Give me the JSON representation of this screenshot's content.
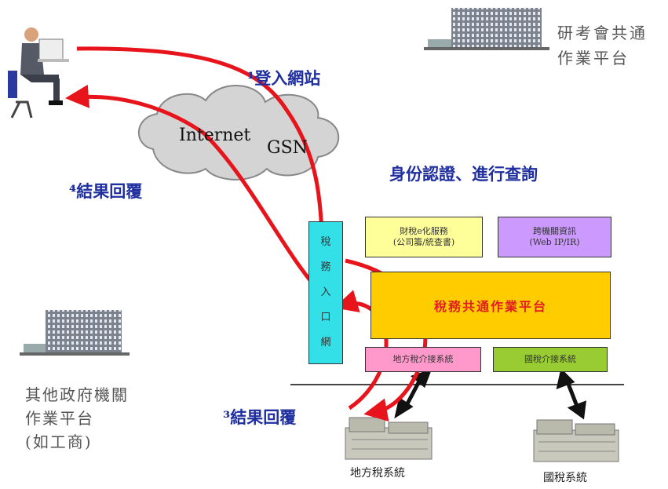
{
  "labels": {
    "login": "¹登入網站",
    "result_top": "⁴結果回覆",
    "auth": "身份認證、進行查詢",
    "result_bottom": "³結果回覆",
    "internet": "Internet",
    "gsn": "GSN"
  },
  "platforms": {
    "rdec_line1": "研考會共通",
    "rdec_line2": "作業平台",
    "other_line1": "其他政府機關",
    "other_line2": "作業平台",
    "other_line3": "(如工商)"
  },
  "boxes": {
    "portal_chars": [
      "稅",
      "務",
      "入",
      "口",
      "網"
    ],
    "egov_line1": "財稅e化服務",
    "egov_line2": "(公司籌/統查書)",
    "hall_line1": "跨機關資訊",
    "hall_line2": "(Web IP/IR)",
    "tax_platform": "稅務共通作業平台",
    "local_mediator": "地方稅介接系統",
    "national_mediator": "國稅介接系統"
  },
  "systems": {
    "local_tax": "地方稅系統",
    "national_tax": "國稅系統"
  },
  "colors": {
    "arrow": "#e8141c",
    "label": "#1f2f9f",
    "portal": "#33e0e8",
    "egov": "#ffff99",
    "hall": "#cc99ff",
    "tax_platform": "#ffcc00",
    "local_mediator": "#ff99cc",
    "national_mediator": "#99cc33"
  }
}
